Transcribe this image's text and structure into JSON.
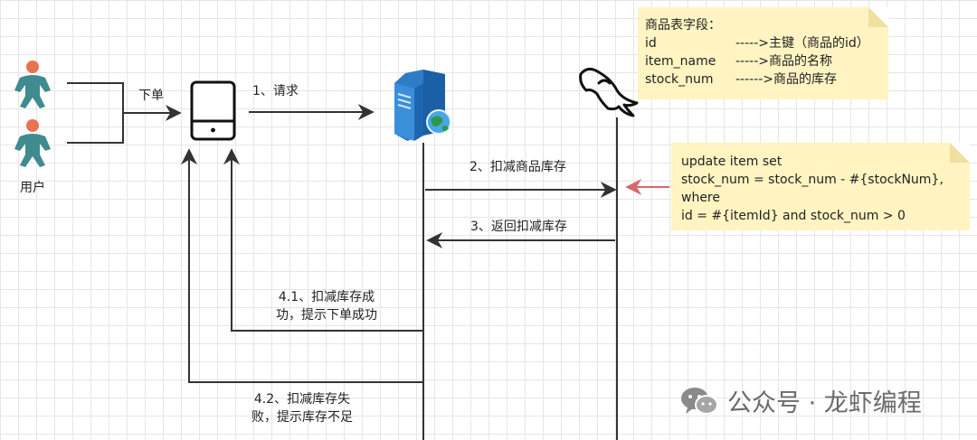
{
  "actors": {
    "user_label": "用户"
  },
  "messages": {
    "order": "下单",
    "request": "1、请求",
    "deduct": "2、扣减商品库存",
    "return_deduct": "3、返回扣减库存",
    "success_line1": "4.1、扣减库存成",
    "success_line2": "功，提示下单成功",
    "fail_line1": "4.2、扣减库存失",
    "fail_line2": "败，提示库存不足"
  },
  "table_note": {
    "title": "商品表字段：",
    "fields": [
      {
        "name": "id",
        "desc": "----->主键（商品的id）"
      },
      {
        "name": "item_name",
        "desc": "----->商品的名称"
      },
      {
        "name": "stock_num",
        "desc": "------>商品的库存"
      }
    ]
  },
  "sql_note": {
    "lines": [
      "update item set",
      "stock_num = stock_num - #{stockNum},",
      "where",
      "id = #{itemId} and stock_num > 0"
    ]
  },
  "watermark": {
    "text": "公众号 · 龙虾编程"
  },
  "colors": {
    "line": "#333333",
    "sql_arrow": "#d9686b",
    "note_bg": "#fff4c2",
    "user_body": "#3f8b8f",
    "user_head": "#e8734f"
  },
  "icons": [
    "user-icon",
    "tablet-icon",
    "server-icon",
    "mysql-dolphin-icon",
    "wechat-icon"
  ]
}
